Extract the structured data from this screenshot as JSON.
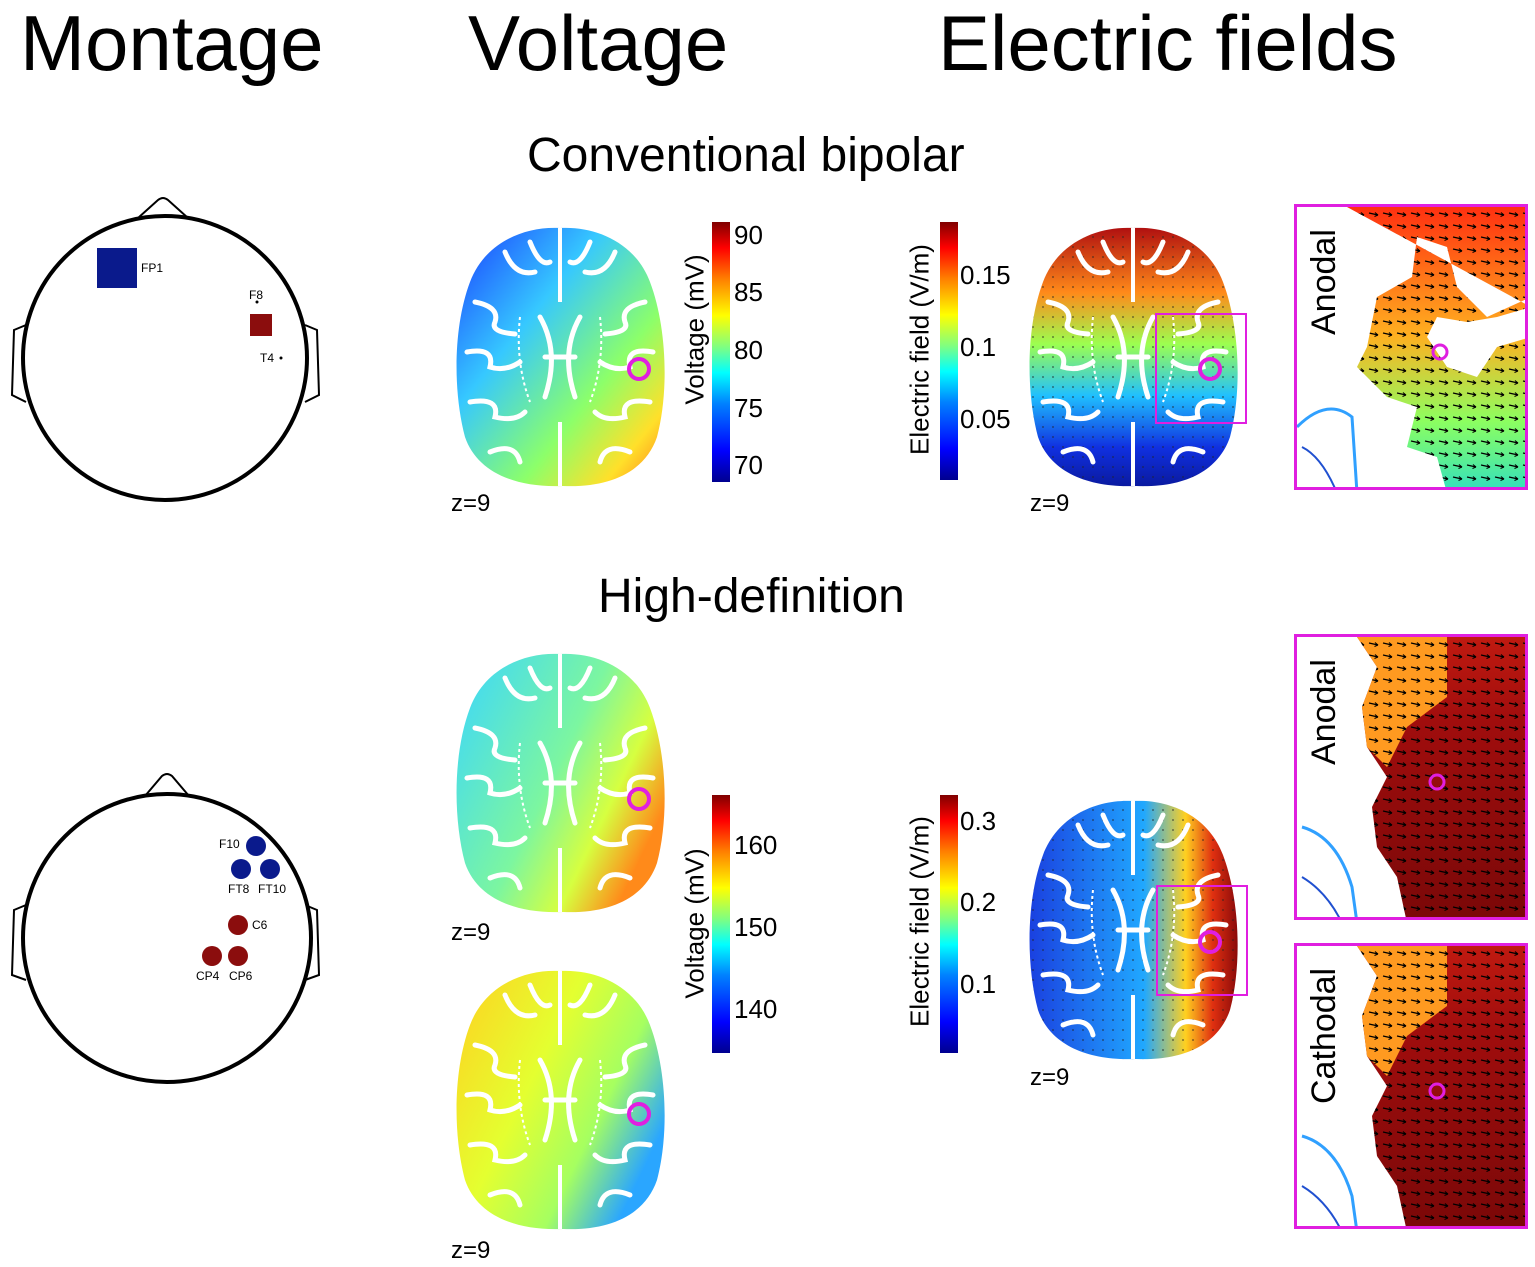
{
  "columns": {
    "montage": "Montage",
    "voltage": "Voltage",
    "efield": "Electric fields"
  },
  "sections": {
    "conventional": "Conventional bipolar",
    "hd": "High-definition"
  },
  "z_label": "z=9",
  "electrodes": {
    "conventional": [
      "FP1",
      "F8",
      "T4"
    ],
    "hd": [
      "F10",
      "FT8",
      "FT10",
      "C6",
      "CP4",
      "CP6"
    ]
  },
  "colorbars": {
    "conv_voltage": {
      "title": "Voltage (mV)",
      "ticks": [
        "90",
        "85",
        "80",
        "75",
        "70"
      ]
    },
    "conv_efield": {
      "title": "Electric field (V/m)",
      "ticks": [
        "0.15",
        "0.1",
        "0.05"
      ]
    },
    "hd_voltage": {
      "title": "Voltage (mV)",
      "ticks": [
        "160",
        "150",
        "140"
      ]
    },
    "hd_efield": {
      "title": "Electric field (V/m)",
      "ticks": [
        "0.3",
        "0.2",
        "0.1"
      ]
    }
  },
  "insets": {
    "anodal": "Anodal",
    "cathodal": "Cathodal"
  },
  "colors": {
    "anode_blue": "#0a1a8c",
    "cathode_red": "#8b0d0d",
    "target_magenta": "#e01fe0",
    "head_outline": "#000000"
  }
}
